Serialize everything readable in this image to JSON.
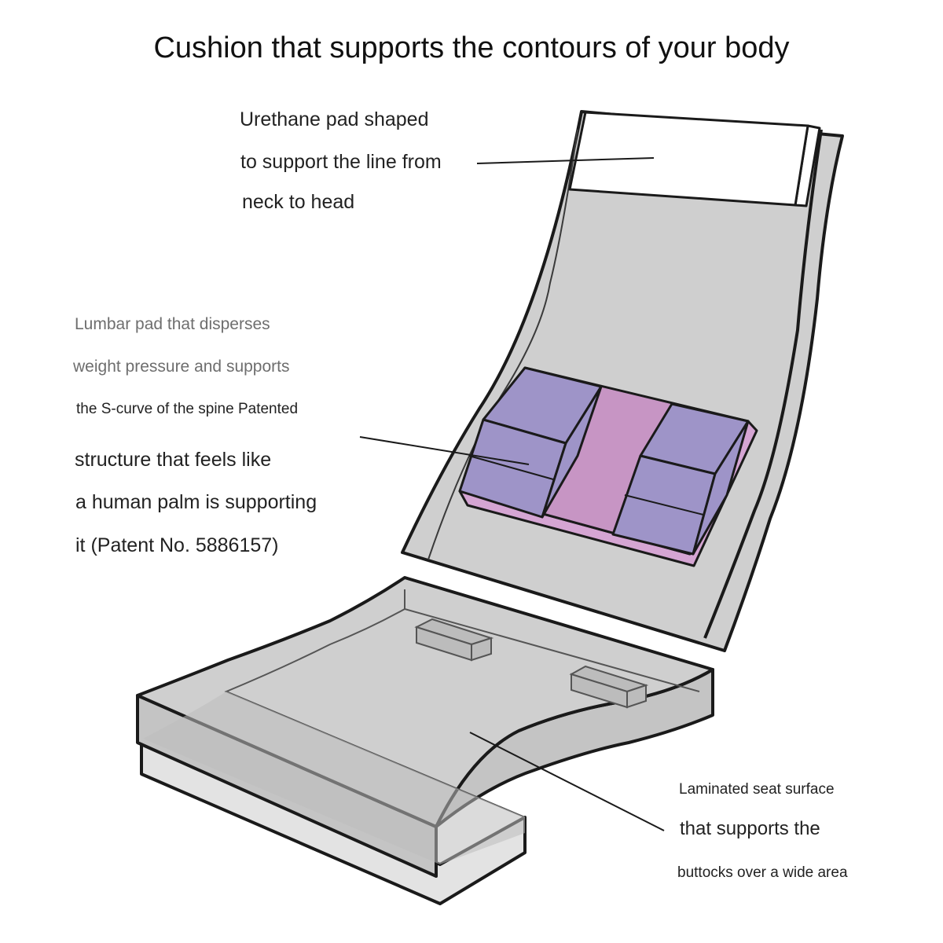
{
  "title": "Cushion that supports the contours of your body",
  "callouts": {
    "headrest": {
      "lines": [
        "Urethane pad shaped",
        "to support the line from",
        "neck to head"
      ]
    },
    "lumbar": {
      "lines": [
        "Lumbar pad that disperses",
        "weight pressure and supports",
        "the S-curve of the spine Patented",
        "structure that feels like",
        "a human palm is supporting",
        "it (Patent No. 5886157)"
      ]
    },
    "seat": {
      "lines": [
        "Laminated seat surface",
        "that supports the",
        "buttocks over a wide area"
      ]
    }
  },
  "colors": {
    "body": "#cfcfcf",
    "body_dark": "#bdbdbd",
    "seat_side": "#c4c4c4",
    "seat_base": "#e3e3e3",
    "headrest_pad": "#ffffff",
    "lumbar_block": "#9e94c8",
    "lumbar_center": "#c795c4",
    "lumbar_base": "#d5a5d3",
    "outline": "#1a1a1a",
    "small_block": "#bcbcbc"
  }
}
